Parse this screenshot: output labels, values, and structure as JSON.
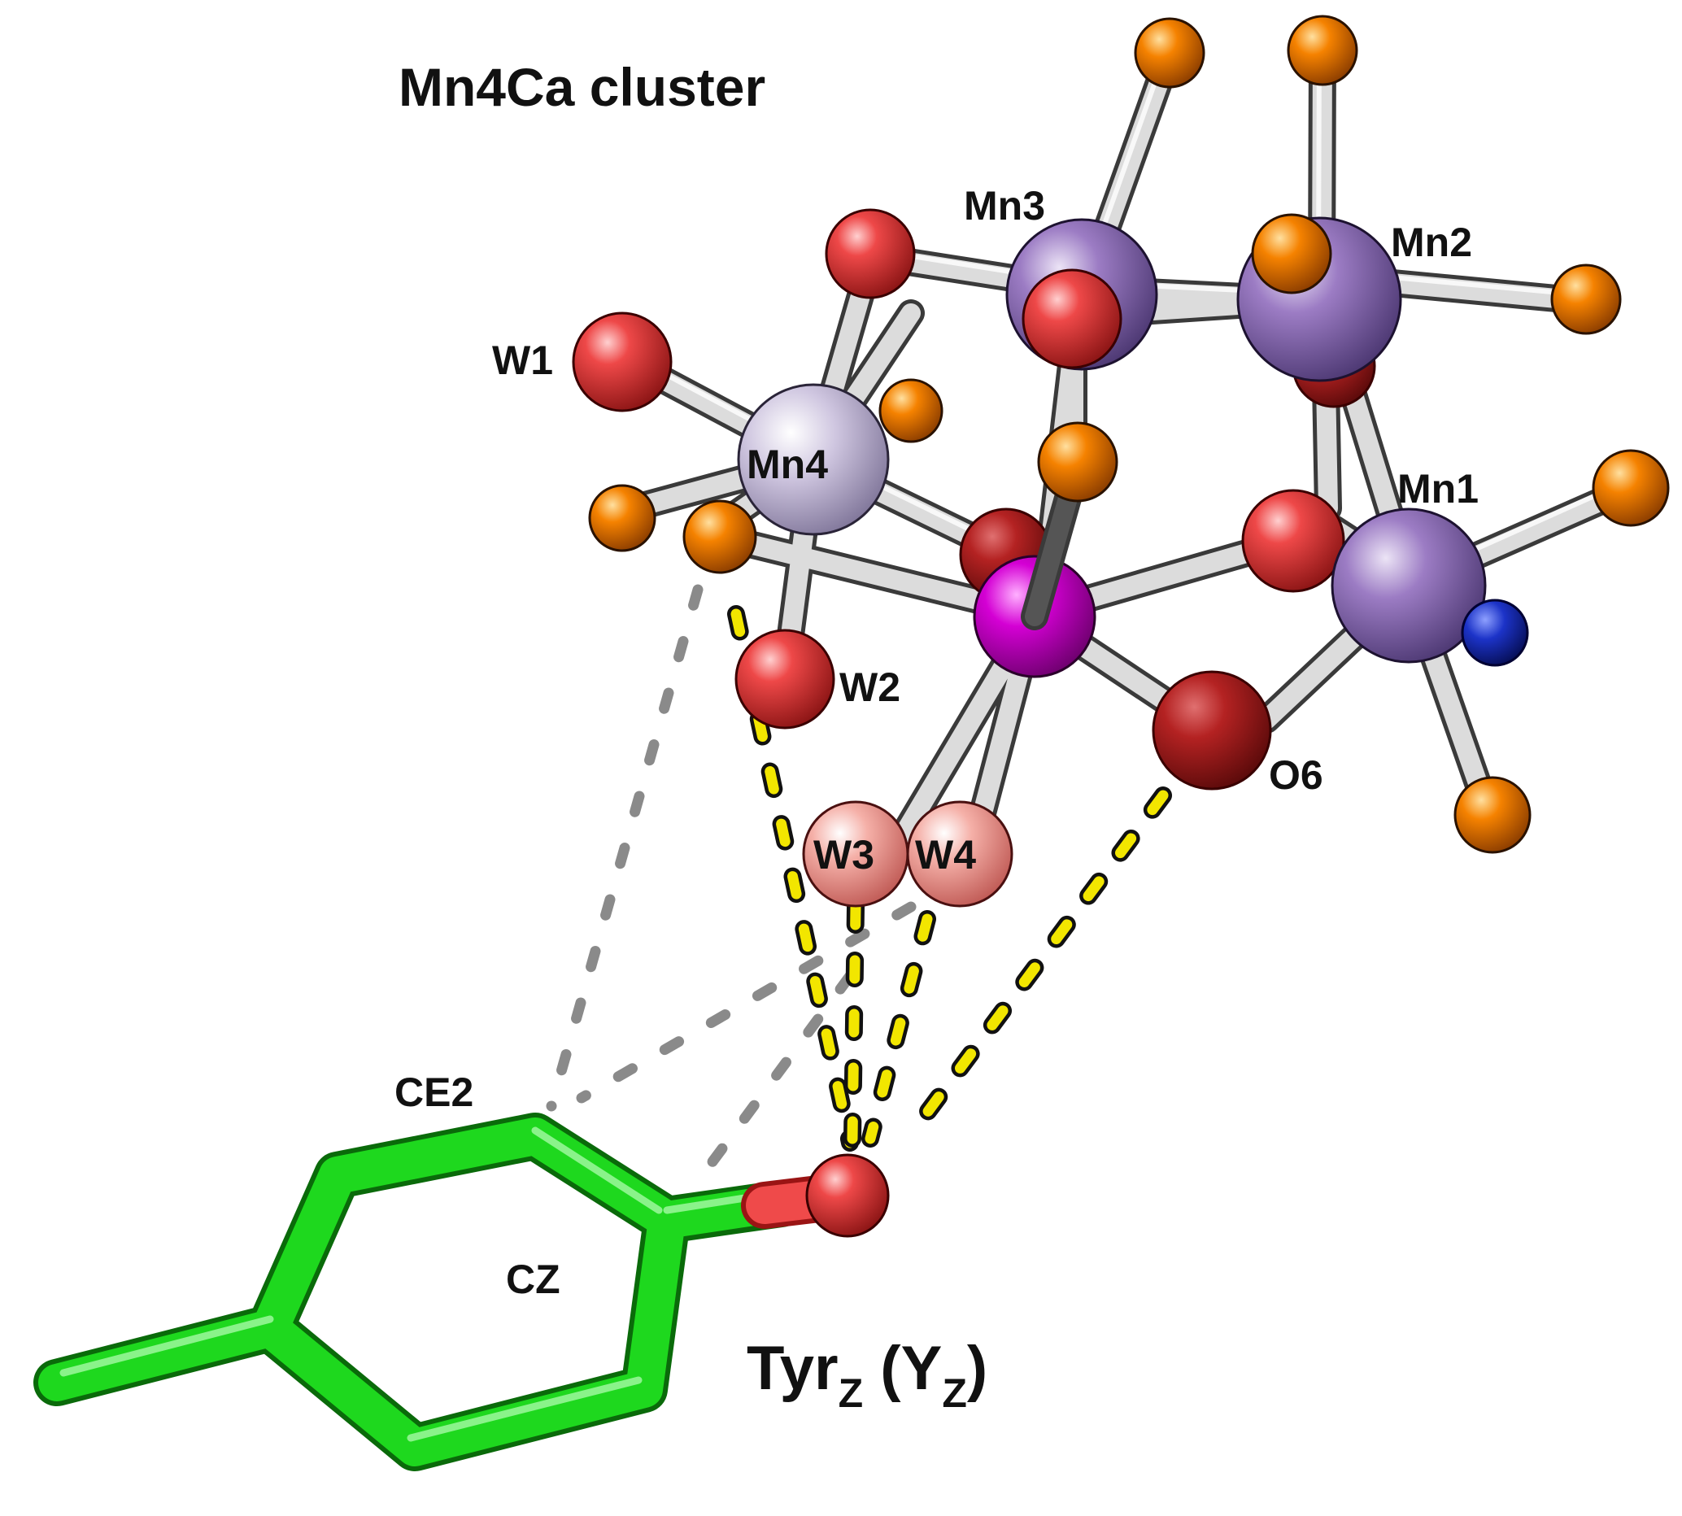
{
  "title": "Mn4Ca cluster",
  "atom_labels": {
    "mn1": "Mn1",
    "mn2": "Mn2",
    "mn3": "Mn3",
    "mn4": "Mn4",
    "w1": "W1",
    "w2": "W2",
    "w3": "W3",
    "w4": "W4",
    "o6": "O6",
    "ce2": "CE2",
    "cz": "CZ"
  },
  "residue_label": {
    "main": "Tyr",
    "sub1": "Z",
    "open": " (Y",
    "sub2": "Z",
    "close": ")"
  },
  "colors": {
    "manganese": "#8e6bb5",
    "manganese_4": "#c6bcd6",
    "calcium": "#cc00cc",
    "oxygen": "#e03a3a",
    "oxygen_dark": "#a51e1e",
    "water_w3_w4": "#f3a6a0",
    "ligand": "#f07a00",
    "nitrogen": "#1c2fb8",
    "bond": "#d9d9d9",
    "tyrosine": "#1ed81e",
    "hbond_gray": "#8a8a8a",
    "hbond_yellow": "#f2e600"
  }
}
